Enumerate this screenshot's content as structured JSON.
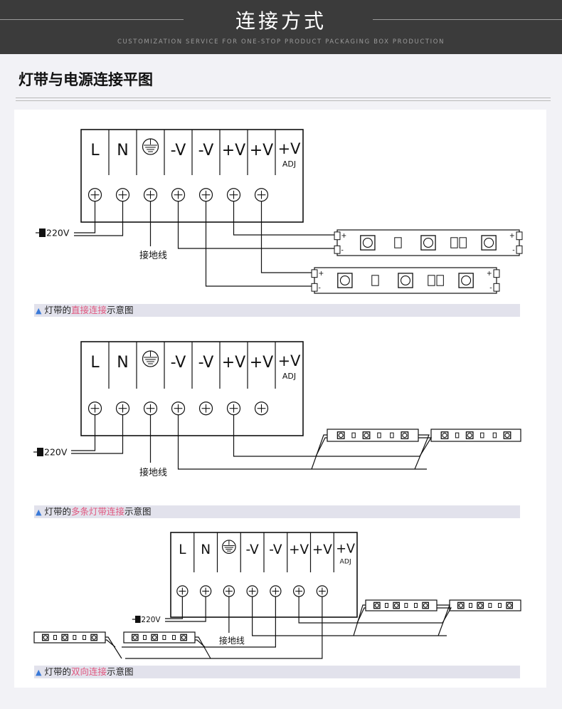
{
  "header": {
    "title": "连接方式",
    "subtitle": "CUSTOMIZATION SERVICE FOR ONE-STOP PRODUCT PACKAGING BOX PRODUCTION"
  },
  "section_title": "灯带与电源连接平图",
  "terminal_labels": [
    "L",
    "N",
    "",
    "-V",
    "-V",
    "+V",
    "+V",
    "+V"
  ],
  "adj_label": "ADJ",
  "input_label": "220V",
  "ground_label": "接地线",
  "plus": "+",
  "minus": "-",
  "captions": [
    {
      "prefix": "灯带的",
      "highlight": "直接连接",
      "suffix": "示意图"
    },
    {
      "prefix": "灯带的",
      "highlight": "多条灯带连接",
      "suffix": "示意图"
    },
    {
      "prefix": "灯带的",
      "highlight": "双向连接",
      "suffix": "示意图"
    }
  ],
  "colors": {
    "header_bg": "#3b3b3b",
    "caption_bg": "#e2e2ec",
    "highlight": "#e0567e",
    "icon": "#3a7ad8"
  }
}
